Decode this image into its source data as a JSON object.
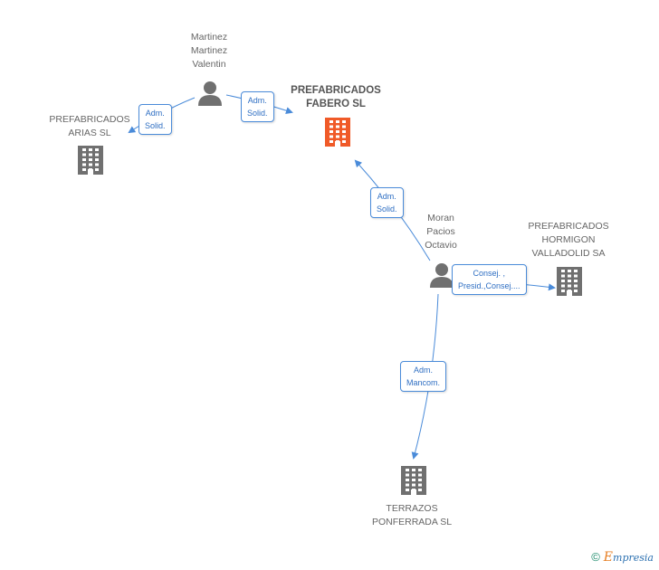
{
  "nodes": {
    "martinez": {
      "label": "Martinez\nMartinez\nValentin"
    },
    "arias": {
      "label": "PREFABRICADOS\nARIAS  SL"
    },
    "fabero": {
      "label": "PREFABRICADOS\nFABERO SL"
    },
    "moran": {
      "label": "Moran\nPacios\nOctavio"
    },
    "hormigon": {
      "label": "PREFABRICADOS\nHORMIGON\nVALLADOLID SA"
    },
    "terrazos": {
      "label": "TERRAZOS\nPONFERRADA SL"
    }
  },
  "edges": {
    "martinez_arias": "Adm.\nSolid.",
    "martinez_fabero": "Adm.\nSolid.",
    "moran_fabero": "Adm.\nSolid.",
    "moran_hormigon": "Consej. ,\nPresid.,Consej....",
    "moran_terrazos": "Adm.\nMancom."
  },
  "colors": {
    "edge": "#4a8bd9",
    "company": "#707070",
    "company_main": "#f05a28",
    "person": "#707070"
  },
  "footer": {
    "copyright": "©",
    "brand_e": "E",
    "brand_rest": "mpresia"
  }
}
